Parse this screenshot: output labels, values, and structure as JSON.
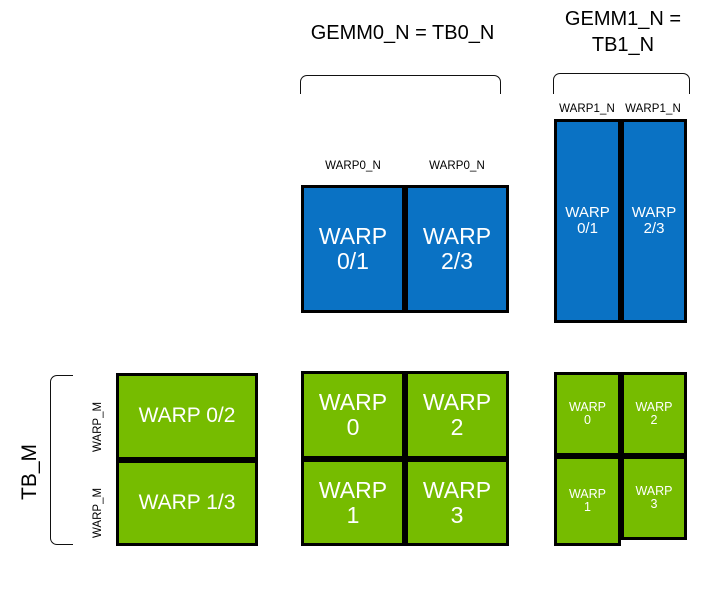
{
  "diagram": {
    "title_left": "GEMM0_N = TB0_N",
    "title_right": "GEMM1_N =\nTB1_N",
    "side_label": "TB_M",
    "ticks": {
      "warp0_n_a": "WARP0_N",
      "warp0_n_b": "WARP0_N",
      "warp1_n_a": "WARP1_N",
      "warp1_n_b": "WARP1_N",
      "warp_m_top": "WARP_M",
      "warp_m_bottom": "WARP_M"
    },
    "colors": {
      "blue": "#0a72c4",
      "green": "#76bc00",
      "border": "#000000",
      "text": "#ffffff",
      "background": "#ffffff"
    },
    "blue_middle": {
      "cells": [
        {
          "label": "WARP\n0/1"
        },
        {
          "label": "WARP\n2/3"
        }
      ]
    },
    "blue_right": {
      "cells": [
        {
          "label": "WARP\n0/1"
        },
        {
          "label": "WARP\n2/3"
        }
      ]
    },
    "green_left": {
      "cells": [
        {
          "label": "WARP 0/2"
        },
        {
          "label": "WARP 1/3"
        }
      ]
    },
    "green_middle": {
      "cells": [
        {
          "label": "WARP\n0"
        },
        {
          "label": "WARP\n2"
        },
        {
          "label": "WARP\n1"
        },
        {
          "label": "WARP\n3"
        }
      ]
    },
    "green_right": {
      "cells": [
        {
          "label": "WARP\n0"
        },
        {
          "label": "WARP\n2"
        },
        {
          "label": "WARP\n1"
        },
        {
          "label": "WARP\n3"
        }
      ]
    }
  }
}
